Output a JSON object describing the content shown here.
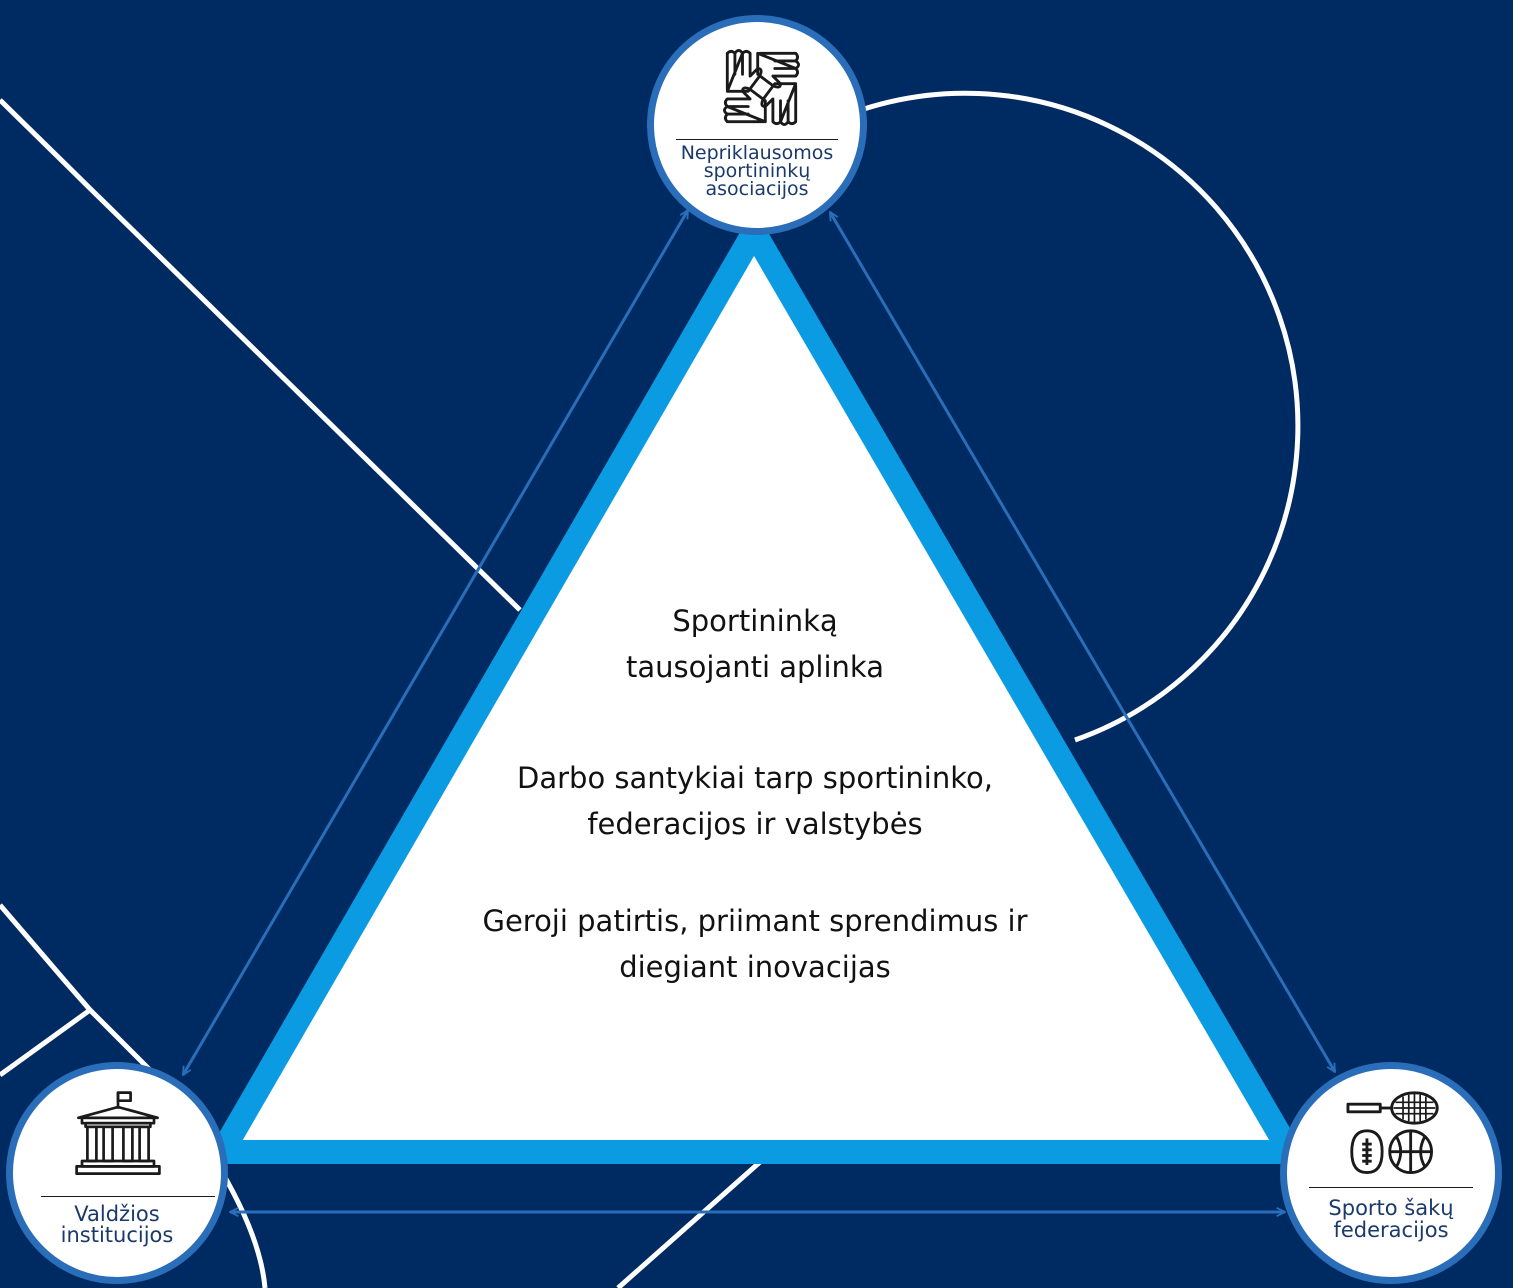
{
  "colors": {
    "background": "#002B62",
    "court_lines": "#FFFFFF",
    "triangle_stroke": "#0A9BE3",
    "arrows": "#2A6DB8",
    "node_border": "#2A6DB8",
    "node_text": "#1a3a6b"
  },
  "center": {
    "line1": "Sportininką",
    "line2": "tausojanti aplinka",
    "line3": "Darbo santykiai tarp sportininko,",
    "line4": "federacijos ir valstybės",
    "line5": "Geroji patirtis, priimant sprendimus ir",
    "line6": "diegiant inovacijas"
  },
  "nodes": {
    "top": {
      "icon": "teamwork-hands-icon",
      "line1": "Nepriklausomos",
      "line2": "sportininkų",
      "line3": "asociacijos"
    },
    "left": {
      "icon": "government-building-icon",
      "line1": "Valdžios",
      "line2": "institucijos"
    },
    "right": {
      "icon": "sports-equipment-icon",
      "line1": "Sporto šakų",
      "line2": "federacijos"
    }
  }
}
